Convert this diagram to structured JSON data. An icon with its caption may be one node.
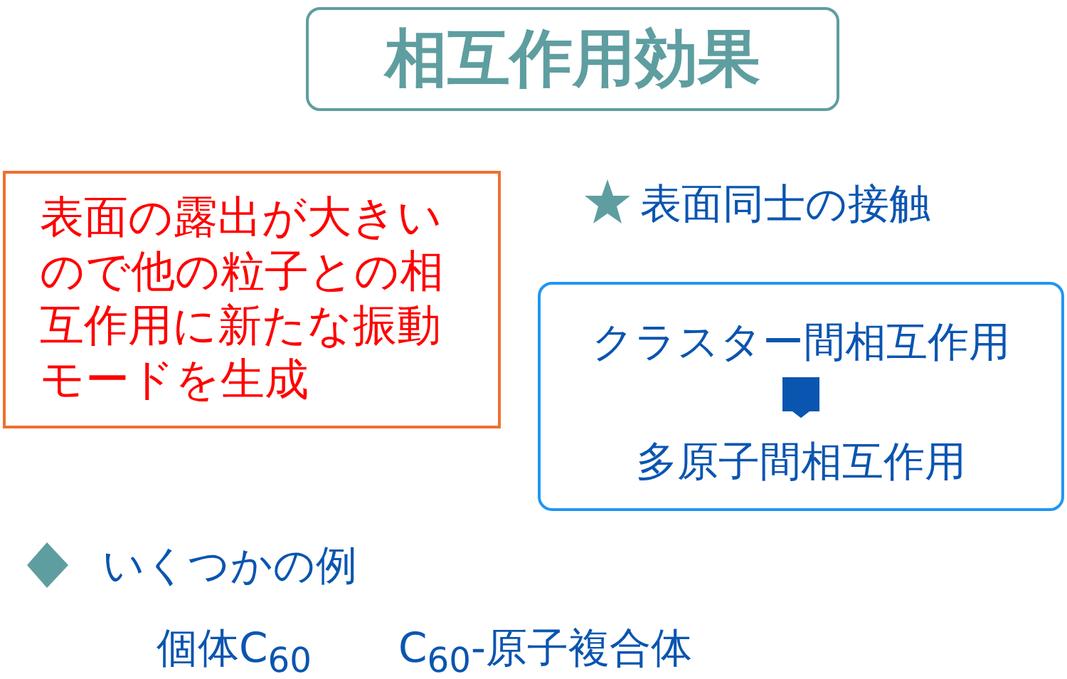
{
  "diagram": {
    "title": "相互作用効果",
    "nodes": [
      {
        "text": [
          "表面の露出が大きいので他の粒子との相互作用に新たな振動モードを生成"
        ]
      },
      {
        "text": [],
        "shape": "box"
      },
      {
        "text": [
          "クラスター間相互作用"
        ],
        "in": 1
      },
      {
        "text": [
          "多原子間相互作用"
        ],
        "in": 1
      }
    ],
    "edges": [
      {
        "from": 2,
        "to": 3,
        "arrow": "to"
      }
    ],
    "labels": [
      "表面同士の接触",
      "いくつかの例",
      "個体C$_{60}$",
      "C$_{60}$-原子複合体"
    ]
  }
}
